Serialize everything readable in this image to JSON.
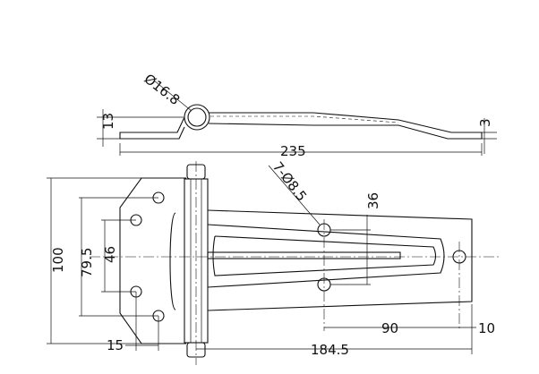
{
  "drawing": {
    "dimensions": {
      "pin_diameter": "Ø16.8",
      "leaf_thickness": "3",
      "side_height": "13",
      "overall_length": "235",
      "holes": "7-Ø8.5",
      "slot_offset": "36",
      "overall_height": "100",
      "hole_pitch_outer": "79.5",
      "hole_pitch_inner": "46",
      "edge_offset": "15",
      "leaf_length": "184.5",
      "hole_spacing": "90",
      "end_offset": "10"
    }
  }
}
